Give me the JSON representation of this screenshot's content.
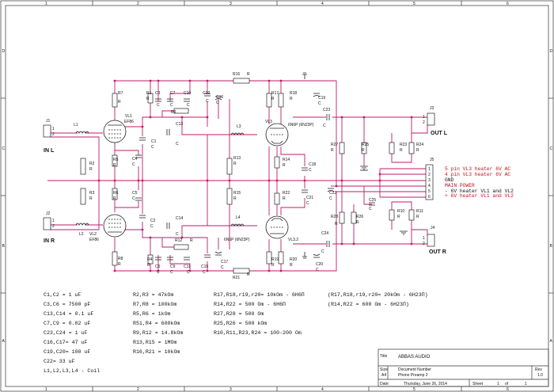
{
  "border": {
    "cols": [
      "1",
      "2",
      "3",
      "4",
      "5",
      "6"
    ],
    "rows": [
      "D",
      "C",
      "B",
      "A"
    ]
  },
  "connectors": {
    "J1": {
      "name": "J1",
      "pins": [
        "1",
        "2"
      ],
      "label": "IN L"
    },
    "J2": {
      "name": "J2",
      "pins": [
        "1",
        "2"
      ],
      "label": "IN R"
    },
    "J3": {
      "name": "J3",
      "pins": [
        "1",
        "2"
      ],
      "label": "OUT L"
    },
    "J4": {
      "name": "J4",
      "pins": [
        "1",
        "2"
      ],
      "label": "OUT R"
    },
    "J5": {
      "name": "J5",
      "pins": [
        "1",
        "2",
        "3",
        "4",
        "5",
        "6"
      ]
    }
  },
  "tubes": {
    "VL1": {
      "ref": "VL1",
      "type": "EF86"
    },
    "VL2": {
      "ref": "VL2",
      "type": "EF86"
    },
    "VL3": {
      "ref": "VL3",
      "type": "6N6P (6N23P)"
    },
    "VL32": {
      "ref": "VL3.2",
      "type": "6N6P (6N23P)"
    }
  },
  "parts": {
    "L1": "L1",
    "L2": "L2",
    "L3": "L3",
    "L4": "L4",
    "R1": "R1",
    "R2": "R2",
    "R3": "R3",
    "R4": "R4",
    "R5": "R5",
    "R6": "R6",
    "R7": "R7",
    "R8": "R8",
    "R9": "R9",
    "R12": "R12",
    "R13": "R13",
    "R14": "R14",
    "R15": "R15",
    "R16": "R16",
    "R17": "R17",
    "R18": "R18",
    "R19": "R19",
    "R20": "R20",
    "R21": "R21",
    "R22": "R22",
    "R23": "R23",
    "R24": "R24",
    "R25": "R25",
    "R26": "R26",
    "R27": "R27",
    "R28": "R28",
    "R10": "R10",
    "R11": "R11",
    "C1": "C1",
    "C2": "C2",
    "C3": "C3",
    "C4": "C4",
    "C5": "C5",
    "C6": "C6",
    "C7": "C7",
    "C9": "C9",
    "C10": "C10",
    "C11": "C11",
    "C12": "C12",
    "C13": "C13",
    "C14": "C14",
    "C15": "C15",
    "C16": "C16",
    "C17": "C17",
    "C18": "C18",
    "C19": "C19",
    "C20": "C20",
    "C21": "C21",
    "C22": "C22",
    "C23": "C23",
    "C24": "C24",
    "C25": "C25",
    "sym_r": "R",
    "sym_c": "C"
  },
  "j5_notes": [
    {
      "text": "5 pin VL3 heater 6V AC",
      "color": "red"
    },
    {
      "text": "4 pin VL3 heater 6V AC",
      "color": "red"
    },
    {
      "text": "GND",
      "color": "black"
    },
    {
      "text": "MAIN POWER",
      "color": "red"
    },
    {
      "text": "- 6V heater VL1 and VL2",
      "color": "black"
    },
    {
      "text": "+ 6V heater VL1 and VL2",
      "color": "red"
    }
  ],
  "bom": {
    "col1": [
      "C1,C2 = 1 uF",
      "C3,C6 = 7500 pF",
      "C13,C14 = 0.1 uF",
      "C7,C9 = 0.02 uF",
      "C23,C24 = 1 uF",
      "C16,C17= 47 uF",
      "C19,C20= 100 uF",
      "C22= 33 uF",
      "L1,L2,L3,L4  -  Coil"
    ],
    "col2": [
      "R2,R3 = 47kOm",
      "R7,R8 = 100kOm",
      "R5,R6 = 1kOm",
      "R51,R4 = 600kOm",
      "R9,R12 = 14.8kOm",
      "R13,R15 = 1MOm",
      "R16,R21 = 10kOm"
    ],
    "col3": [
      "R17,R18,r19,r20= 10kOm - 6H6П",
      "R14,R22 = 500 Om  - 6H6П",
      "R27,R28 = 500 Om",
      "R25,R26 = 500 kOm",
      "R10,R11,R23,R24 = 100-200 Om"
    ],
    "col4": [
      "(R17,R18,r19,r20= 20kOm  - 6H23П)",
      "(R14,R22 = 600 Om  - 6H23П)"
    ]
  },
  "title_block": {
    "title_label": "Title",
    "title": "ABBAS AUDIO",
    "size_label": "Size",
    "size": "A4",
    "docnum_label": "Document Number",
    "docnum": "Phono Preamp 2",
    "rev_label": "Rev",
    "rev": "1.0",
    "date_label": "Date:",
    "date": "Thursday, June 26, 2014",
    "sheet_label": "Sheet",
    "sheet": "1",
    "of_label": "of",
    "of": "1"
  }
}
